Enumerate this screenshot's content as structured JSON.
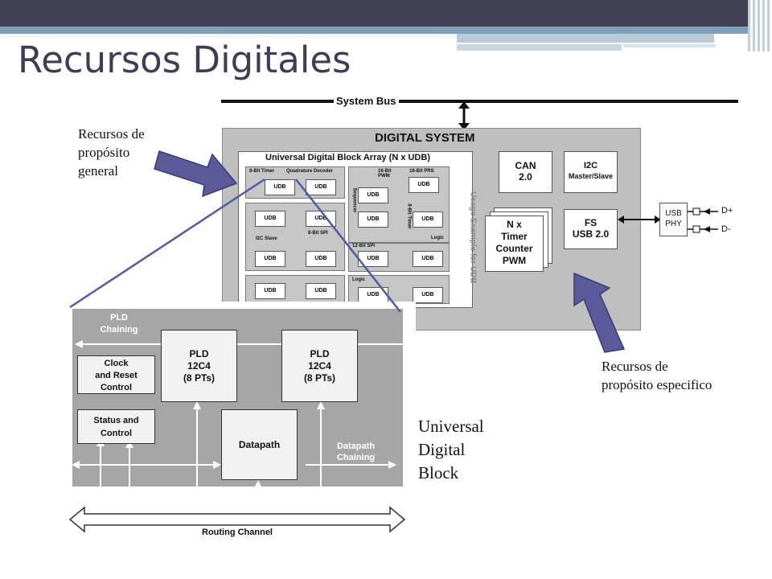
{
  "slide": {
    "title": "Recursos Digitales"
  },
  "labels": {
    "general": [
      "Recursos de",
      "propósito",
      "general"
    ],
    "specific": [
      "Recursos de",
      "propósito especifico"
    ],
    "udb": [
      "Universal",
      "Digital",
      "Block"
    ]
  },
  "system": {
    "system_bus": "System Bus",
    "digital_system": "DIGITAL SYSTEM",
    "udb_array_title": "Universal Digital Block Array (N x UDB)",
    "usage_example": "Usage Example for UDB",
    "udb_cell": "UDB",
    "can": [
      "CAN",
      "2.0"
    ],
    "i2c": [
      "I2C",
      "Master/Slave"
    ],
    "timer": [
      "N x",
      "Timer",
      "Counter",
      "PWM"
    ],
    "usb": [
      "FS",
      "USB 2.0"
    ],
    "usb_phy": [
      "USB",
      "PHY"
    ],
    "d_plus": "D+",
    "d_minus": "D-",
    "small": {
      "timer8": "8-Bit Timer",
      "quad": "Quadrature Decoder",
      "pwm16": [
        "16-Bit",
        "PWM"
      ],
      "prs16": "16-Bit PRS",
      "sequencer": "Sequencer",
      "timer8v": "8-Bit Timer",
      "i2c_slave": "I2C Slave",
      "spi8": "8-Bit SPI",
      "logic1": "Logic",
      "spi12": "12-Bit SPI",
      "logic2": "Logic"
    }
  },
  "udb_detail": {
    "pld_chaining": [
      "PLD",
      "Chaining"
    ],
    "clock_reset": [
      "Clock",
      "and Reset",
      "Control"
    ],
    "status_control": [
      "Status and",
      "Control"
    ],
    "pld1": [
      "PLD",
      "12C4",
      "(8 PTs)"
    ],
    "pld2": [
      "PLD",
      "12C4",
      "(8 PTs)"
    ],
    "datapath": "Datapath",
    "datapath_chaining": [
      "Datapath",
      "Chaining"
    ],
    "routing_channel": "Routing Channel"
  },
  "colors": {
    "title": "#3d3d56",
    "arrow_fill": "#5b5b9b",
    "diagram_gray": "#a6a6a6",
    "zoom_line": "#4f5aa8"
  }
}
